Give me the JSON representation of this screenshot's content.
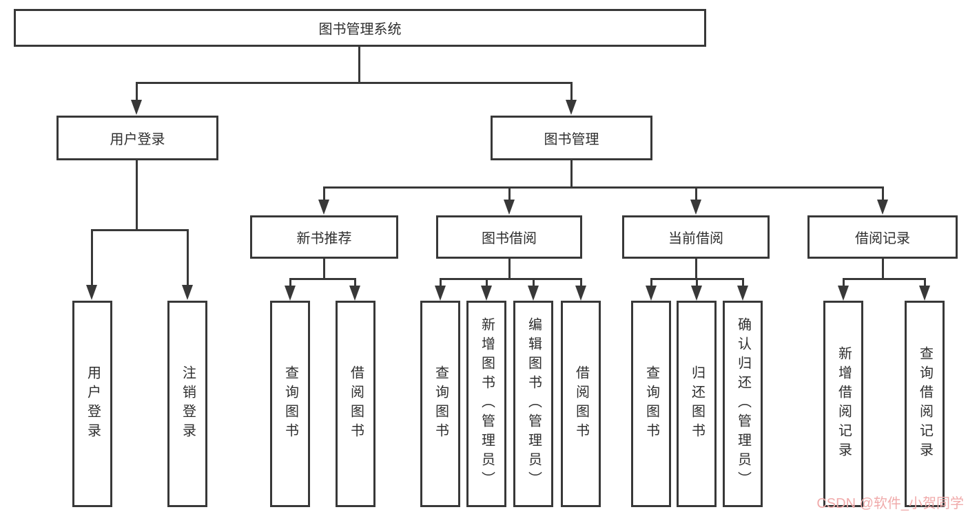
{
  "tree": {
    "root": {
      "label": "图书管理系统"
    },
    "children": [
      {
        "label": "用户登录",
        "children": [
          {
            "label": "用户登录"
          },
          {
            "label": "注销登录"
          }
        ]
      },
      {
        "label": "图书管理",
        "children": [
          {
            "label": "新书推荐",
            "children": [
              {
                "label": "查询图书"
              },
              {
                "label": "借阅图书"
              }
            ]
          },
          {
            "label": "图书借阅",
            "children": [
              {
                "label": "查询图书"
              },
              {
                "label": "新增图书（管理员）"
              },
              {
                "label": "编辑图书（管理员）"
              },
              {
                "label": "借阅图书"
              }
            ]
          },
          {
            "label": "当前借阅",
            "children": [
              {
                "label": "查询图书"
              },
              {
                "label": "归还图书"
              },
              {
                "label": "确认归还（管理员）"
              }
            ]
          },
          {
            "label": "借阅记录",
            "children": [
              {
                "label": "新增借阅记录"
              },
              {
                "label": "查询借阅记录"
              }
            ]
          }
        ]
      }
    ]
  },
  "watermark": {
    "text": "CSDN @软件_小贺同学"
  },
  "colors": {
    "line": "#383838",
    "text": "#2e2e2e",
    "box_background": "#ffffff",
    "watermark": "#f0abab"
  }
}
